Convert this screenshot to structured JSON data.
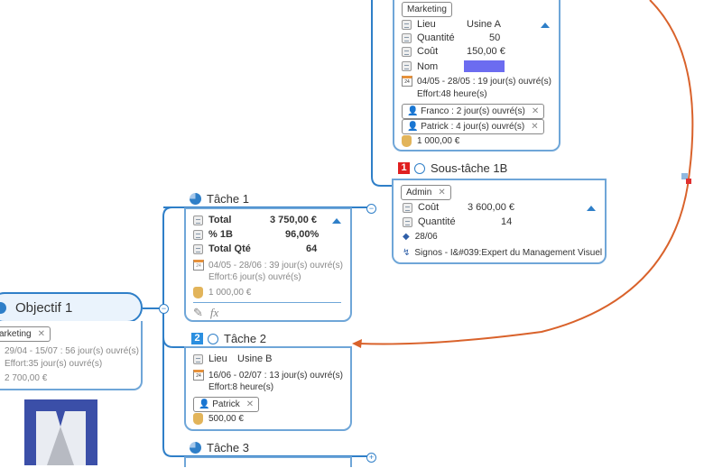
{
  "topbox": {
    "tag": "Marketing",
    "lieu_label": "Lieu",
    "lieu": "Usine A",
    "qte_label": "Quantité",
    "qte": "50",
    "cout_label": "Coût",
    "cout": "150,00 €",
    "nom_label": "Nom",
    "nom_color": "#6c6cf0",
    "dates": "04/05 - 28/05 : 19 jour(s) ouvré(s)",
    "effort": "Effort:48 heure(s)",
    "res1": "Franco : 2 jour(s) ouvré(s)",
    "res2": "Patrick : 4 jour(s) ouvré(s)",
    "cost": "1 000,00 €"
  },
  "sub1b": {
    "badge": "1",
    "title": "Sous-tâche 1B",
    "tag": "Admin",
    "cout_label": "Coût",
    "cout": "3 600,00 €",
    "qte_label": "Quantité",
    "qte": "14",
    "milestone": "28/06",
    "link": "Signos - I&#039:Expert du Management Visuel"
  },
  "task1": {
    "title": "Tâche 1",
    "total_label": "Total",
    "total": "3 750,00  €",
    "pct_label": "% 1B",
    "pct": "96,00%",
    "tq_label": "Total Qté",
    "tq": "64",
    "dates": "04/05 - 28/06 : 39 jour(s) ouvré(s)",
    "effort": "Effort:6 jour(s) ouvré(s)",
    "cost": "1 000,00 €",
    "fx": "fx"
  },
  "objectif": {
    "title": "Objectif 1",
    "tag": "arketing",
    "dates": "29/04 - 15/07 : 56 jour(s) ouvré(s)",
    "effort": "Effort:35 jour(s) ouvré(s)",
    "cost": "2 700,00 €"
  },
  "task2": {
    "badge": "2",
    "title": "Tâche 2",
    "lieu_label": "Lieu",
    "lieu": "Usine B",
    "dates": "16/06 - 02/07 : 13 jour(s) ouvré(s)",
    "effort": "Effort:8 heure(s)",
    "res": "Patrick",
    "cost": "500,00 €"
  },
  "task3": {
    "title": "Tâche 3"
  },
  "colors": {
    "line": "#2f7fc8",
    "arrow": "#d9622b",
    "badge1": "#e02020",
    "badge2": "#2b8fe0"
  }
}
